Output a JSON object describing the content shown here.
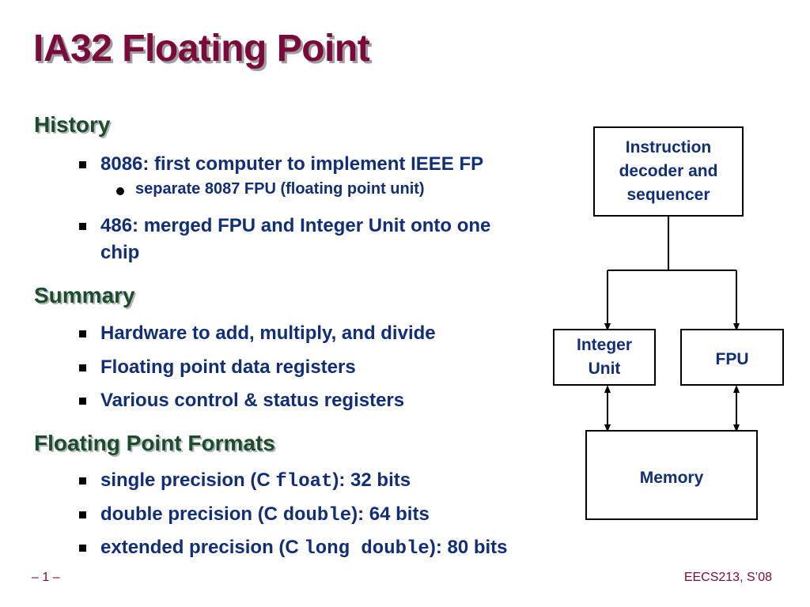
{
  "slide": {
    "title": "IA32 Floating Point",
    "sections": [
      {
        "heading": "History",
        "bullets": [
          {
            "text": "8086: first computer to implement IEEE FP",
            "sub": [
              "separate 8087 FPU (floating point unit)"
            ]
          },
          {
            "text_line1": "486: merged FPU and Integer Unit onto one",
            "text_line2": "chip"
          }
        ]
      },
      {
        "heading": "Summary",
        "bullets": [
          {
            "text": "Hardware to add, multiply, and divide"
          },
          {
            "text": "Floating point data registers"
          },
          {
            "text": "Various control & status registers"
          }
        ]
      },
      {
        "heading": "Floating Point Formats",
        "bullets": [
          {
            "pre": "single precision (C ",
            "code": "float",
            "post": "): 32 bits"
          },
          {
            "pre": "double precision (C ",
            "code": "double",
            "post": "): 64 bits"
          },
          {
            "pre": "extended precision (C ",
            "code": "long double",
            "post": "): 80 bits"
          }
        ]
      }
    ]
  },
  "diagram": {
    "decoder_line1": "Instruction",
    "decoder_line2": "decoder and",
    "decoder_line3": "sequencer",
    "integer_line1": "Integer",
    "integer_line2": "Unit",
    "fpu": "FPU",
    "memory": "Memory"
  },
  "footer": {
    "page": "– 1 –",
    "course": "EECS213, S’08"
  }
}
